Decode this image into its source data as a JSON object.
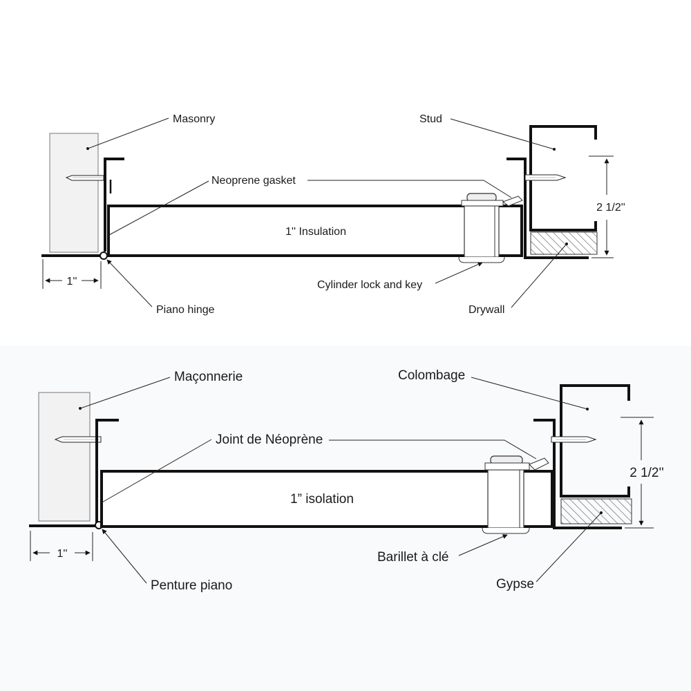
{
  "panels": [
    {
      "lang": "en",
      "labels": {
        "masonry": "Masonry",
        "stud": "Stud",
        "gasket": "Neoprene gasket",
        "insulation": "1'' Insulation",
        "lock": "Cylinder lock and key",
        "hinge": "Piano hinge",
        "drywall": "Drywall",
        "dim_left": "1''",
        "dim_right": "2 1/2''"
      }
    },
    {
      "lang": "fr",
      "labels": {
        "masonry": "Maçonnerie",
        "stud": "Colombage",
        "gasket": "Joint de Néoprène",
        "insulation": "1” isolation",
        "lock": "Barillet à clé",
        "hinge": "Penture piano",
        "drywall": "Gypse",
        "dim_left": "1''",
        "dim_right": "2 1/2''"
      }
    }
  ],
  "colors": {
    "line": "#111111",
    "masonry_fill": "#f2f2f2",
    "lower_background": "#f8fafc",
    "hatch": "#555555"
  }
}
